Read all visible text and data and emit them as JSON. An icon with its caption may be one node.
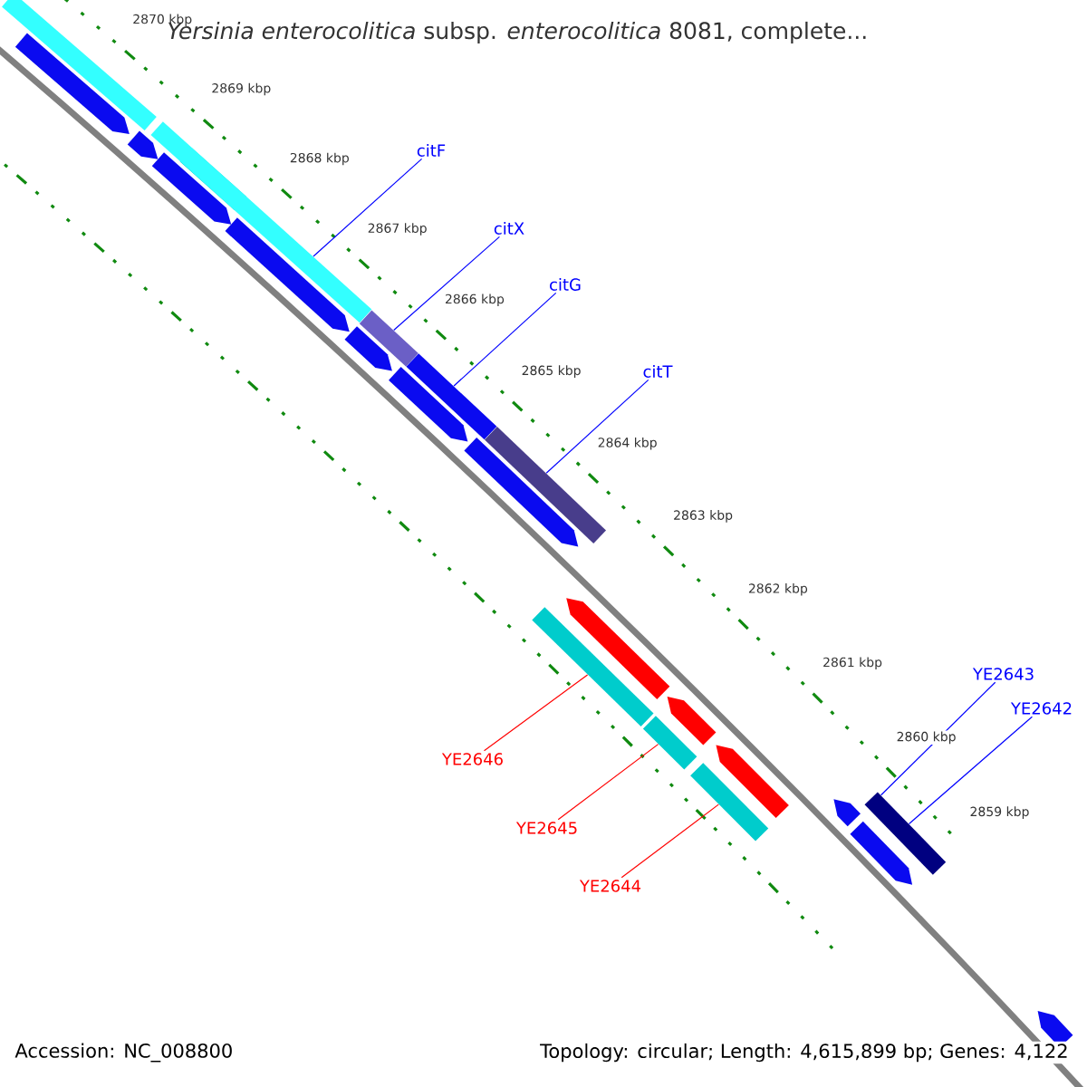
{
  "diagram": {
    "title": "*Yersinia enterocolitica* subsp. *enterocolitica* 8081, complete...",
    "nodes": [
      {
        "text": [
          "citF"
        ]
      },
      {
        "text": [
          "citX"
        ]
      },
      {
        "text": [
          "citG"
        ]
      },
      {
        "text": [
          "citT"
        ]
      },
      {
        "text": [
          "YE2643"
        ]
      },
      {
        "text": [
          "YE2642"
        ]
      },
      {
        "text": [
          "YE2646"
        ]
      },
      {
        "text": [
          "YE2645"
        ]
      },
      {
        "text": [
          "YE2644"
        ]
      },
      {
        "text": [],
        "shape": "bar"
      },
      {
        "text": [],
        "shape": "bar"
      },
      {
        "text": [],
        "shape": "bar"
      },
      {
        "text": [],
        "shape": "bar"
      },
      {
        "text": [],
        "shape": "bar"
      },
      {
        "text": [],
        "shape": "bar"
      },
      {
        "text": [],
        "shape": "bar"
      },
      {
        "text": [],
        "shape": "bar"
      }
    ],
    "edges": [
      {
        "from": 0,
        "to": 9,
        "arrow": "none"
      },
      {
        "from": 1,
        "to": 10,
        "arrow": "none"
      },
      {
        "from": 2,
        "to": 11,
        "arrow": "none"
      },
      {
        "from": 3,
        "to": 12,
        "arrow": "none"
      },
      {
        "from": 4,
        "to": 16,
        "arrow": "none"
      },
      {
        "from": 5,
        "to": 16,
        "arrow": "none"
      },
      {
        "from": 6,
        "to": 13,
        "arrow": "none",
        "color": "#ff0000"
      },
      {
        "from": 7,
        "to": 14,
        "arrow": "none",
        "color": "#ff0000"
      },
      {
        "from": 8,
        "to": 15,
        "arrow": "none",
        "color": "#ff0000"
      }
    ],
    "labels": [
      "2870 kbp",
      "2869 kbp",
      "2868 kbp",
      "2867 kbp",
      "2866 kbp",
      "2865 kbp",
      "2864 kbp",
      "2863 kbp",
      "2862 kbp",
      "2861 kbp",
      "2860 kbp",
      "2859 kbp",
      "Accession: NC_008800",
      "Topology: circular; Length: 4,615,899 bp; Genes: 4,122"
    ]
  }
}
